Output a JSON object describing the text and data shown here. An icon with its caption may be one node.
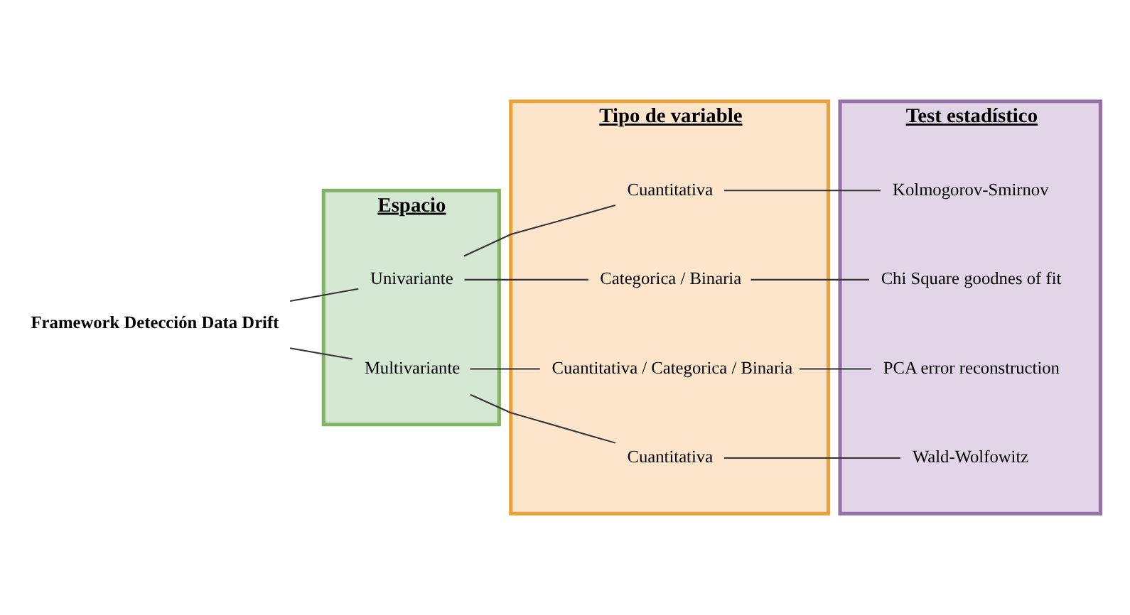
{
  "diagram": {
    "nodes": [
      {
        "text": [
          "Espacio"
        ]
      },
      {
        "text": [
          "Tipo de variable"
        ]
      },
      {
        "text": [
          "Test estadístico"
        ]
      },
      {
        "text": [
          "Framework Detección Data Drift"
        ]
      },
      {
        "text": [
          "Univariante"
        ],
        "in": 0
      },
      {
        "text": [
          "Multivariante"
        ],
        "in": 0
      },
      {
        "text": [
          "Cuantitativa"
        ],
        "in": 1
      },
      {
        "text": [
          "Categorica / Binaria"
        ],
        "in": 1
      },
      {
        "text": [
          "Cuantitativa / Categorica / Binaria"
        ],
        "in": 1
      },
      {
        "text": [
          "Cuantitativa"
        ],
        "in": 1
      },
      {
        "text": [
          "Kolmogorov-Smirnov"
        ],
        "in": 2
      },
      {
        "text": [
          "Chi Square goodnes of fit"
        ],
        "in": 2
      },
      {
        "text": [
          "PCA error reconstruction"
        ],
        "in": 2
      },
      {
        "text": [
          "Wald-Wolfowitz"
        ],
        "in": 2
      }
    ],
    "edges": [
      {
        "from": 3,
        "to": 4,
        "arrow": "none"
      },
      {
        "from": 3,
        "to": 5,
        "arrow": "none"
      },
      {
        "from": 4,
        "to": 6,
        "arrow": "none"
      },
      {
        "from": 4,
        "to": 7,
        "arrow": "none"
      },
      {
        "from": 5,
        "to": 8,
        "arrow": "none"
      },
      {
        "from": 5,
        "to": 9,
        "arrow": "none"
      },
      {
        "from": 6,
        "to": 10,
        "arrow": "none"
      },
      {
        "from": 7,
        "to": 11,
        "arrow": "none"
      },
      {
        "from": 8,
        "to": 12,
        "arrow": "none"
      },
      {
        "from": 9,
        "to": 13,
        "arrow": "none"
      }
    ]
  }
}
